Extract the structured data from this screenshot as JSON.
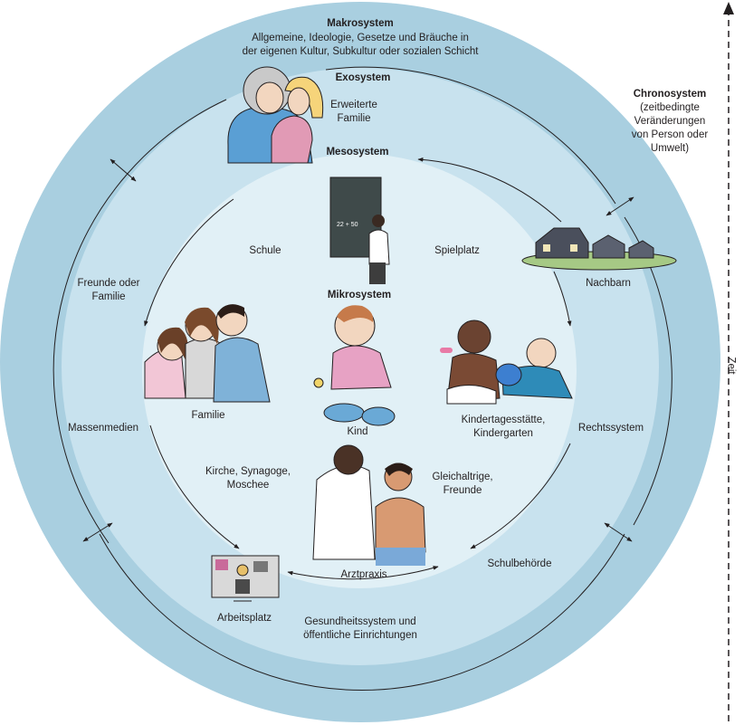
{
  "makrosystem": {
    "title": "Makrosystem",
    "desc": "Allgemeine, Ideologie, Gesetze und Bräuche in\nder eigenen Kultur, Subkultur oder sozialen Schicht"
  },
  "exosystem": {
    "title": "Exosystem"
  },
  "mesosystem": {
    "title": "Mesosystem"
  },
  "mikrosystem": {
    "title": "Mikrosystem"
  },
  "chronosystem": {
    "title": "Chronosystem",
    "desc": "(zeitbedingte\nVeränderungen\nvon Person oder\nUmwelt)",
    "axis_label": "Zeit"
  },
  "labels": {
    "erweiterte_familie": "Erweiterte\nFamilie",
    "schule": "Schule",
    "spielplatz": "Spielplatz",
    "nachbarn": "Nachbarn",
    "freunde_familie": "Freunde oder\nFamilie",
    "familie": "Familie",
    "kind": "Kind",
    "kita": "Kindertagesstätte,\nKindergarten",
    "massenmedien": "Massenmedien",
    "rechtssystem": "Rechtssystem",
    "kirche": "Kirche, Synagoge,\nMoschee",
    "gleichaltrige": "Gleichaltrige,\nFreunde",
    "arztpraxis": "Arztpraxis",
    "schulbehoerde": "Schulbehörde",
    "arbeitsplatz": "Arbeitsplatz",
    "gesundheit": "Gesundheitssystem und\nöffentliche Einrichtungen",
    "chalkboard_text": "22 + 50"
  },
  "colors": {
    "outer_ring": "#a9cfe0",
    "middle_ring": "#c8e2ee",
    "inner_circle": "#e1f0f6",
    "line": "#231f20"
  }
}
